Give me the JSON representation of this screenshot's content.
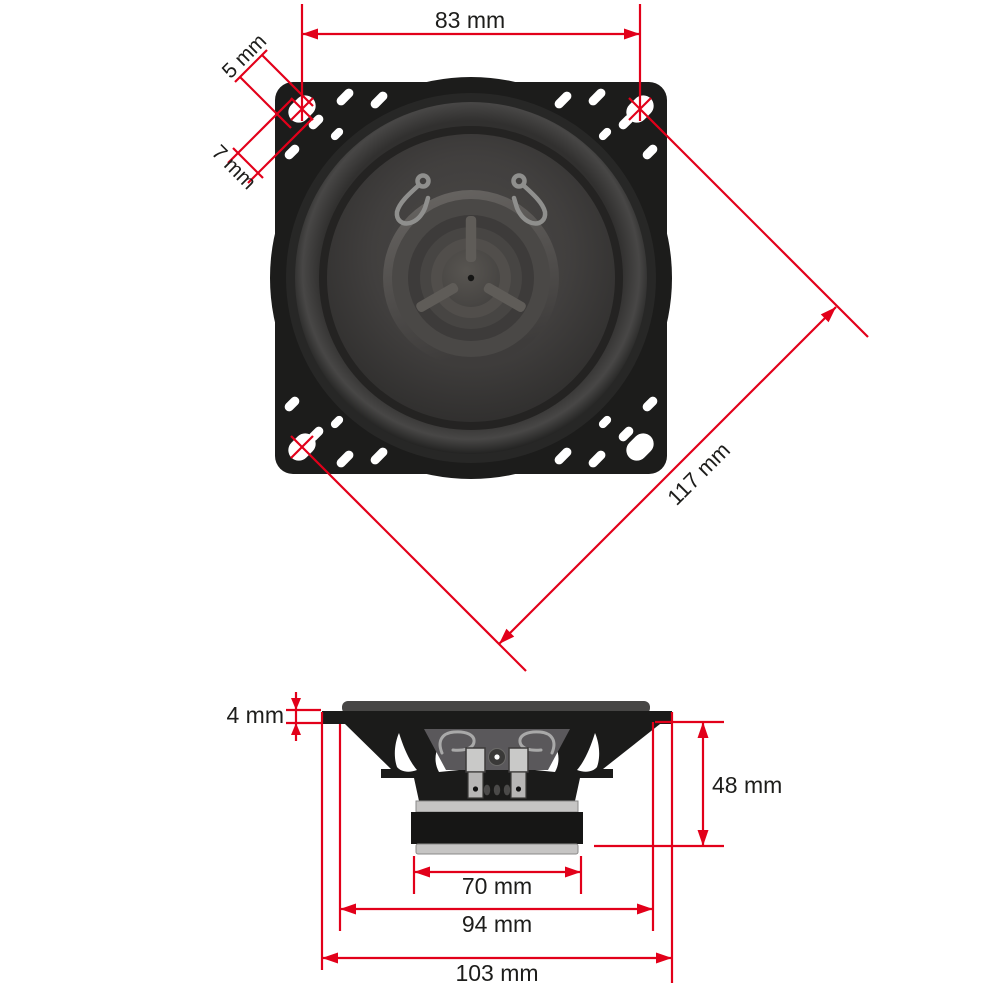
{
  "colors": {
    "dimension_red": "#e2001a",
    "label_text": "#1d1d1b",
    "speaker_body": "#1c1c1b",
    "background": "#ffffff"
  },
  "dimensions": {
    "front": {
      "screw_hole_spacing_horizontal": "83 mm",
      "screw_slot_width": "5 mm",
      "screw_slot_length": "7 mm",
      "screw_hole_spacing_diagonal": "117 mm"
    },
    "side": {
      "flange_thickness": "4 mm",
      "mounting_depth": "48 mm",
      "magnet_width": "70 mm",
      "rear_body_width": "94 mm",
      "overall_width": "103 mm"
    }
  }
}
